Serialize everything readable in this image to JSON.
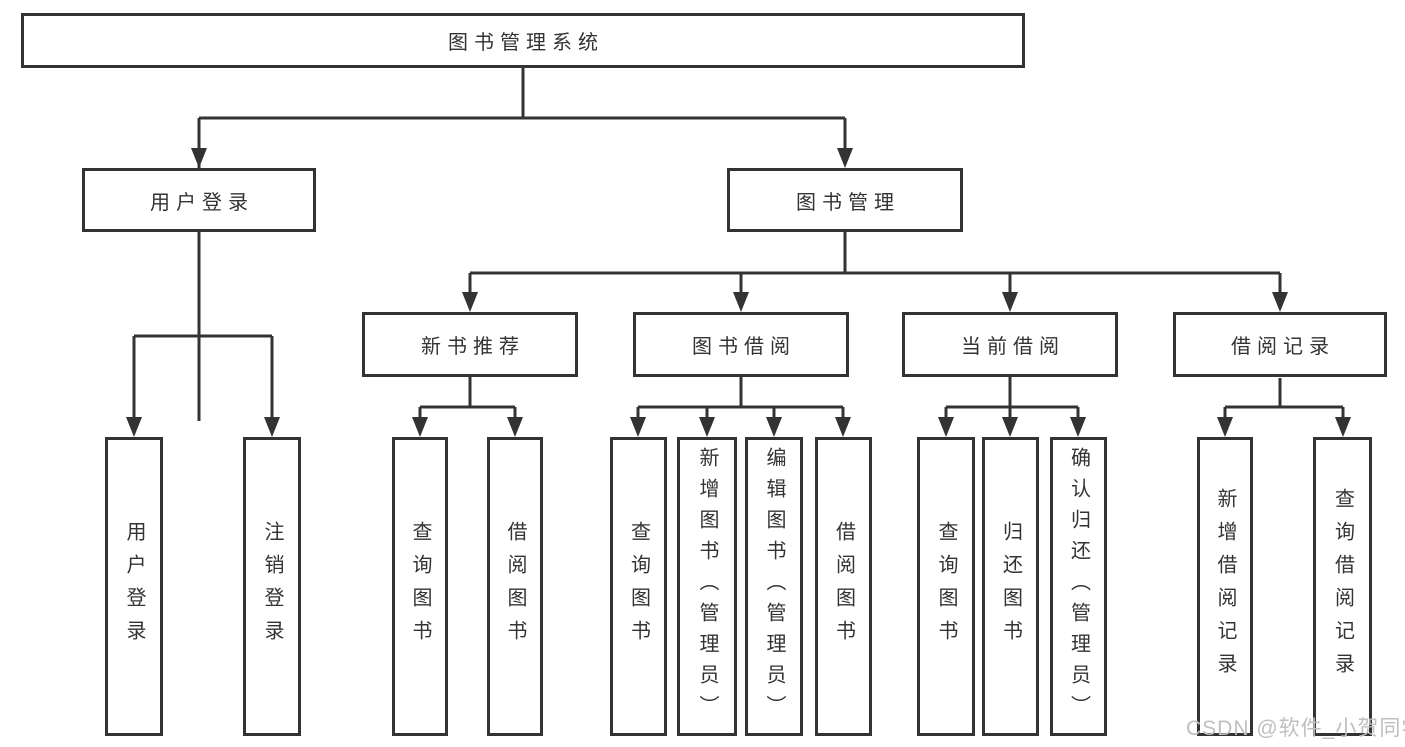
{
  "diagram": {
    "root": {
      "label": "图书管理系统"
    },
    "branches": {
      "user_login": {
        "label": "用户登录",
        "children": {
          "login": {
            "label": "用户登录"
          },
          "logout": {
            "label": "注销登录"
          }
        }
      },
      "book_mgmt": {
        "label": "图书管理",
        "children": {
          "new_book_rec": {
            "label": "新书推荐",
            "children": {
              "query_book": {
                "label": "查询图书"
              },
              "borrow_book": {
                "label": "借阅图书"
              }
            }
          },
          "book_borrow": {
            "label": "图书借阅",
            "children": {
              "query_book": {
                "label": "查询图书"
              },
              "add_book": {
                "label": "新增图书（管理员）"
              },
              "edit_book": {
                "label": "编辑图书（管理员）"
              },
              "borrow_book": {
                "label": "借阅图书"
              }
            }
          },
          "current_borrow": {
            "label": "当前借阅",
            "children": {
              "query_book": {
                "label": "查询图书"
              },
              "return_book": {
                "label": "归还图书"
              },
              "confirm_return": {
                "label": "确认归还（管理员）"
              }
            }
          },
          "borrow_records": {
            "label": "借阅记录",
            "children": {
              "add_record": {
                "label": "新增借阅记录"
              },
              "query_record": {
                "label": "查询借阅记录"
              }
            }
          }
        }
      }
    }
  },
  "watermark": {
    "text": "CSDN @软件_小贺同学"
  },
  "colors": {
    "line": "#333333",
    "text": "#333333",
    "box_background": "#ffffff",
    "page_background": "#ffffff",
    "watermark": "#bfbfbf"
  }
}
